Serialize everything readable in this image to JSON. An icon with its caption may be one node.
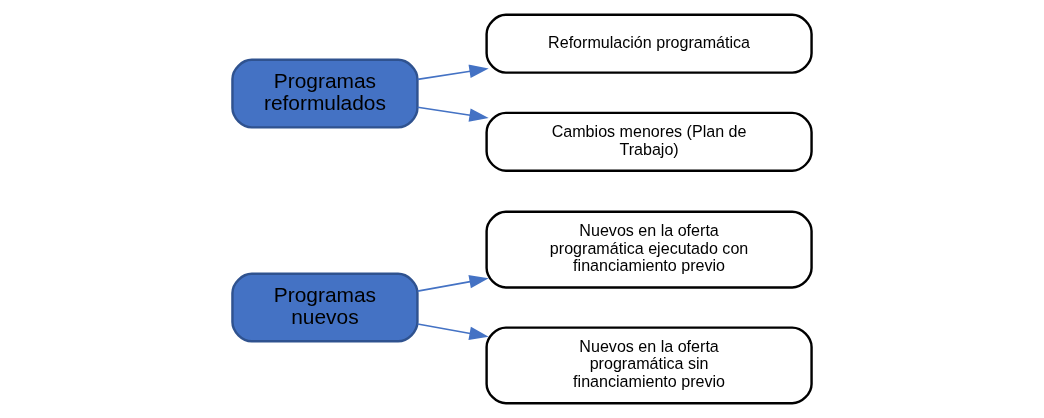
{
  "diagram": {
    "nodes": [
      {
        "text": [
          "Programas nuevos"
        ]
      },
      {
        "text": [
          "Nuevos en la oferta programática ejecutado con financiamiento previo"
        ]
      },
      {
        "text": [
          "Nuevos en la oferta programática sin financiamiento previo"
        ]
      },
      {
        "text": [
          "Programas reformulados"
        ]
      },
      {
        "text": [
          "Reformulación programática"
        ]
      },
      {
        "text": [
          "Cambios menores (Plan de Trabajo)"
        ]
      }
    ],
    "edges": [
      {
        "from": 0,
        "to": 1,
        "arrow": "to",
        "color": "#4472c4"
      },
      {
        "from": 0,
        "to": 2,
        "arrow": "to",
        "color": "#4472c4"
      },
      {
        "from": 3,
        "to": 4,
        "arrow": "to",
        "color": "#4472c4"
      },
      {
        "from": 3,
        "to": 5,
        "arrow": "to",
        "color": "#4472c4"
      }
    ]
  }
}
